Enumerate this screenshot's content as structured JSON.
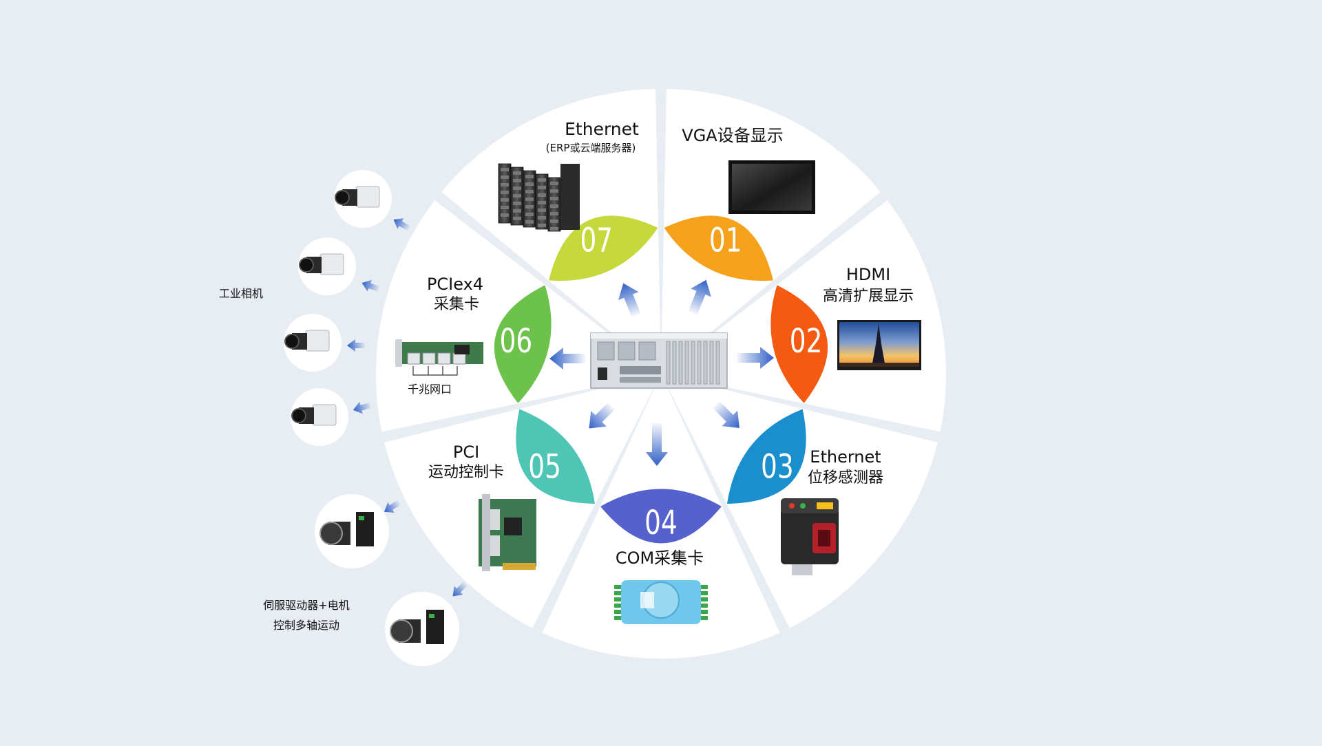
{
  "segments": [
    {
      "num": "01",
      "color": "#f5a11c",
      "title": "VGA设备显示",
      "subtitle": "",
      "device": "monitor-icon"
    },
    {
      "num": "02",
      "color": "#f55a13",
      "title": "HDMI",
      "subtitle": "高清扩展显示",
      "device": "tv-icon"
    },
    {
      "num": "03",
      "color": "#1b8fcd",
      "title": "Ethernet",
      "subtitle": "位移感测器",
      "device": "laser-sensor-icon"
    },
    {
      "num": "04",
      "color": "#5561cc",
      "title": "COM采集卡",
      "subtitle": "",
      "device": "com-module-icon"
    },
    {
      "num": "05",
      "color": "#4fc5b5",
      "title": "PCI",
      "subtitle": "运动控制卡",
      "device": "pci-card-icon"
    },
    {
      "num": "06",
      "color": "#6cc24a",
      "title": "PCIex4",
      "subtitle": "采集卡",
      "device": "pcie-card-icon"
    },
    {
      "num": "07",
      "color": "#c5d93d",
      "title": "Ethernet",
      "subtitle": "(ERP或云端服务器)",
      "device": "server-rack-icon"
    }
  ],
  "pcie_port_label": "千兆网口",
  "cameras_label": "工业相机",
  "servo_label_1": "伺服驱动器+电机",
  "servo_label_2": "控制多轴运动",
  "colors": {
    "background": "#e8edf3",
    "arrow": "#2f5fc6",
    "divider": "#e8edf3"
  }
}
